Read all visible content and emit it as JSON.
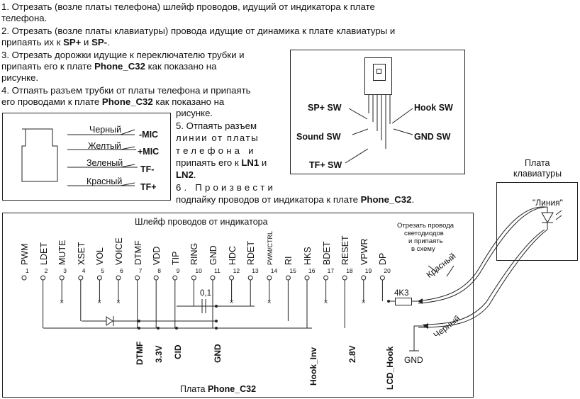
{
  "instructions": {
    "step1_line1": "1. Отрезать (возле платы телефона) шлейф проводов, идущий от индикатора к плате",
    "step1_line2": "телефона.",
    "step2_line1": "2. Отрезать (возле платы клавиатуры) провода идущие от динамика к плате клавиатуры и",
    "step2_line2_pre": "припаять их к ",
    "step2_sp_plus": "SP+",
    "step2_and": " и ",
    "step2_sp_minus": "SP-",
    "step2_end": ".",
    "step3_line1": "3. Отрезать дорожки идущие к переключателю трубки и",
    "step3_line2_pre": "припаять его к плате ",
    "step3_board": "Phone_C32",
    "step3_line2_post": " как показано на",
    "step3_line3": "рисунке.",
    "step4_line1": "4. Отпаять разъем трубки от платы телефона и припаять",
    "step4_line2_pre": "его проводами к плате ",
    "step4_board": "Phone_C32",
    "step4_line2_post": " как показано на",
    "step4_line3": "рисунке.",
    "step5_line1": "5.  Отпаять  разъем",
    "step5_line2": "линии  от  платы",
    "step5_line3": "телефона  и",
    "step5_line4_pre": "припаять его к ",
    "step5_ln1": "LN1",
    "step5_and": " и",
    "step5_ln2": "LN2",
    "step5_end": ".",
    "step6_line1": "6.  Произвести",
    "step6_line2_pre": "подпайку проводов от индикатора к плате ",
    "step6_board": "Phone_C32",
    "step6_end": "."
  },
  "handset_connector": {
    "wires": [
      {
        "color_name": "Черный",
        "signal": "-MIC"
      },
      {
        "color_name": "Желтый",
        "signal": "+MIC"
      },
      {
        "color_name": "Зеленый",
        "signal": "TF-"
      },
      {
        "color_name": "Красный",
        "signal": "TF+"
      }
    ]
  },
  "switch_diagram": {
    "labels": {
      "sp_plus": "SP+ SW",
      "hook": "Hook SW",
      "sound": "Sound SW",
      "gnd": "GND SW",
      "tf_plus": "TF+ SW"
    }
  },
  "keyboard_board": {
    "title_line1": "Плата",
    "title_line2": "клавиатуры",
    "line_label": "\"Линия\""
  },
  "main_board": {
    "ribbon_title": "Шлейф проводов от индикатора",
    "board_label_pre": "Плата ",
    "board_label_name": "Phone_C32",
    "pins": [
      {
        "name": "PWM",
        "num": "1"
      },
      {
        "name": "LDET",
        "num": "2"
      },
      {
        "name": "MUTE",
        "num": "3"
      },
      {
        "name": "XSET",
        "num": "4"
      },
      {
        "name": "VOL",
        "num": "5"
      },
      {
        "name": "VOICE",
        "num": "6"
      },
      {
        "name": "DTMF",
        "num": "7"
      },
      {
        "name": "VDD",
        "num": "8"
      },
      {
        "name": "TIP",
        "num": "9"
      },
      {
        "name": "RING",
        "num": "10"
      },
      {
        "name": "GND",
        "num": "11"
      },
      {
        "name": "HDC",
        "num": "12"
      },
      {
        "name": "RDET",
        "num": "13"
      },
      {
        "name": "PWM/CTRL",
        "num": "14"
      },
      {
        "name": "RI",
        "num": "15"
      },
      {
        "name": "HKS",
        "num": "16"
      },
      {
        "name": "BDET",
        "num": "17"
      },
      {
        "name": "RESET",
        "num": "18"
      },
      {
        "name": "VPWR",
        "num": "19"
      },
      {
        "name": "DP",
        "num": "20"
      }
    ],
    "capacitor_label": "0,1",
    "resistor_label": "4K3",
    "bottom_signals": {
      "dtmf": "DTMF",
      "v33": "3.3V",
      "cid": "CID",
      "gnd": "GND",
      "hook_inv": "Hook_Inv",
      "v28": "2.8V",
      "lcd_hook": "LCD_Hook"
    },
    "gnd_label": "GND",
    "red_wire": "Красный",
    "black_wire": "Черный",
    "note_line1": "Отрезать провода",
    "note_line2": "светодиодов",
    "note_line3": "и припаять",
    "note_line4": "в схему"
  }
}
